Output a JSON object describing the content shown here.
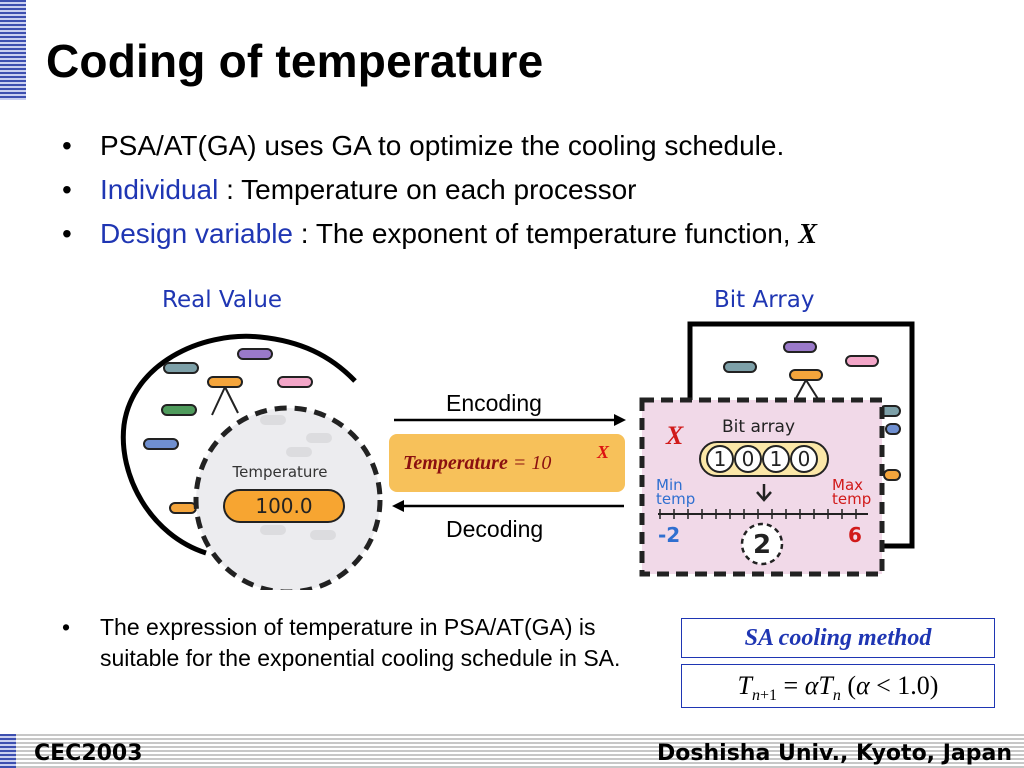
{
  "slide": {
    "title": "Coding of temperature"
  },
  "bullets": {
    "b1": "PSA/AT(GA) uses GA to optimize the cooling schedule.",
    "b2_term": "Individual",
    "b2_rest": " : Temperature on each processor",
    "b3_term": "Design variable",
    "b3_rest": " : The exponent of temperature function, ",
    "b3_var": "X",
    "bullet_char": "•"
  },
  "diagram": {
    "real_value_caption": "Real Value",
    "bit_array_caption": "Bit Array",
    "encoding_label": "Encoding",
    "decoding_label": "Decoding",
    "formula_word": "Temperature",
    "formula_eq": " = 10",
    "formula_exp": "X",
    "temperature_label": "Temperature",
    "temperature_value": "100.0",
    "x_label": "X",
    "bit_array_label": "Bit array",
    "bits": [
      "1",
      "0",
      "1",
      "0"
    ],
    "min_temp_line1": "Min",
    "min_temp_line2": "temp",
    "max_temp_line1": "Max",
    "max_temp_line2": "temp",
    "min_value": "-2",
    "max_value": "6",
    "decoded_value": "2",
    "colors": {
      "accent_blue": "#1f36b3",
      "orange": "#f7a531",
      "red": "#d11a1a",
      "pink_panel": "#f1d9e8"
    }
  },
  "note": {
    "text": "The expression of temperature in PSA/AT(GA) is suitable for the exponential cooling schedule in SA."
  },
  "sa_box": {
    "title": "SA cooling method",
    "formula": "T(n+1) = αT(n) (α < 1.0)"
  },
  "footer": {
    "left": "CEC2003",
    "right": "Doshisha Univ., Kyoto, Japan"
  }
}
